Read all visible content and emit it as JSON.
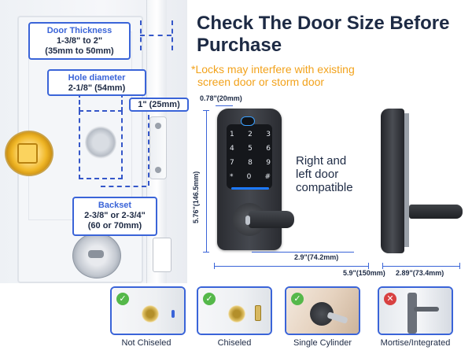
{
  "headline": "Check The Door Size Before Purchase",
  "note_line1": "*Locks may interfere with existing",
  "note_line2": "screen door or storm door",
  "labels": {
    "door_thickness_title": "Door Thickness",
    "door_thickness_line1": "1-3/8\" to 2\"",
    "door_thickness_line2": "(35mm to 50mm)",
    "hole_title": "Hole diameter",
    "hole_value": "2-1/8\" (54mm)",
    "edge_value": "1\" (25mm)",
    "backset_title": "Backset",
    "backset_line1": "2-3/8\" or 2-3/4\"",
    "backset_line2": "(60 or 70mm)"
  },
  "dimensions": {
    "front_width_top": "0.78\"(20mm)",
    "front_height": "5.76\"(146.5mm)",
    "lever_length": "2.9\"(74.2mm)",
    "total_width": "5.9\"(150mm)",
    "side_depth": "2.89\"(73.4mm)"
  },
  "compat": {
    "line1": "Right and",
    "line2": "left door",
    "line3": "compatible"
  },
  "keypad": {
    "row1": [
      "1",
      "2",
      "3"
    ],
    "row2": [
      "4",
      "5",
      "6"
    ],
    "row3": [
      "7",
      "8",
      "9"
    ],
    "row4": [
      "*",
      "0",
      "#"
    ]
  },
  "options": [
    {
      "label": "Not Chiseled",
      "status": "ok",
      "mark": "✓"
    },
    {
      "label": "Chiseled",
      "status": "ok",
      "mark": "✓"
    },
    {
      "label": "Single Cylinder",
      "status": "ok",
      "mark": "✓"
    },
    {
      "label": "Mortise/Integrated",
      "status": "no",
      "mark": "✕"
    }
  ],
  "colors": {
    "accent": "#3a64d8",
    "note": "#f2a21b",
    "ok": "#55b84a",
    "no": "#d84141"
  }
}
